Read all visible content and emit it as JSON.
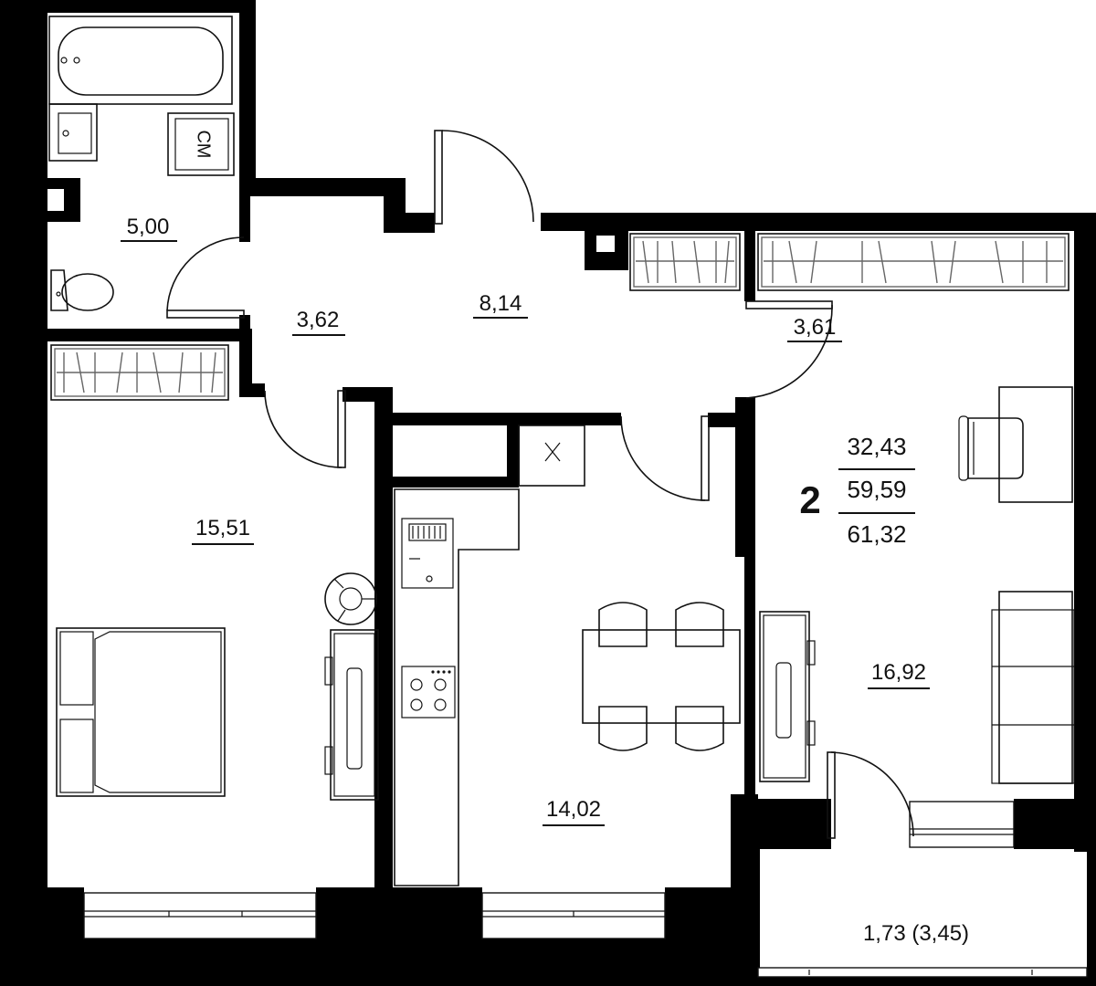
{
  "rooms": {
    "bathroom": "5,00",
    "corridor": "3,62",
    "hall": "8,14",
    "hall_closet": "3,61",
    "bedroom": "15,51",
    "kitchen": "14,02",
    "living_room": "16,92",
    "balcony": "1,73 (3,45)"
  },
  "apartment": {
    "rooms_count": "2",
    "living_area": "32,43",
    "total_area": "59,59",
    "total_with_balcony": "61,32"
  },
  "appliances": {
    "washing_machine": "СМ"
  },
  "colors": {
    "wall": "#000000",
    "furniture": "#111111",
    "wardrobe": "#666666"
  }
}
